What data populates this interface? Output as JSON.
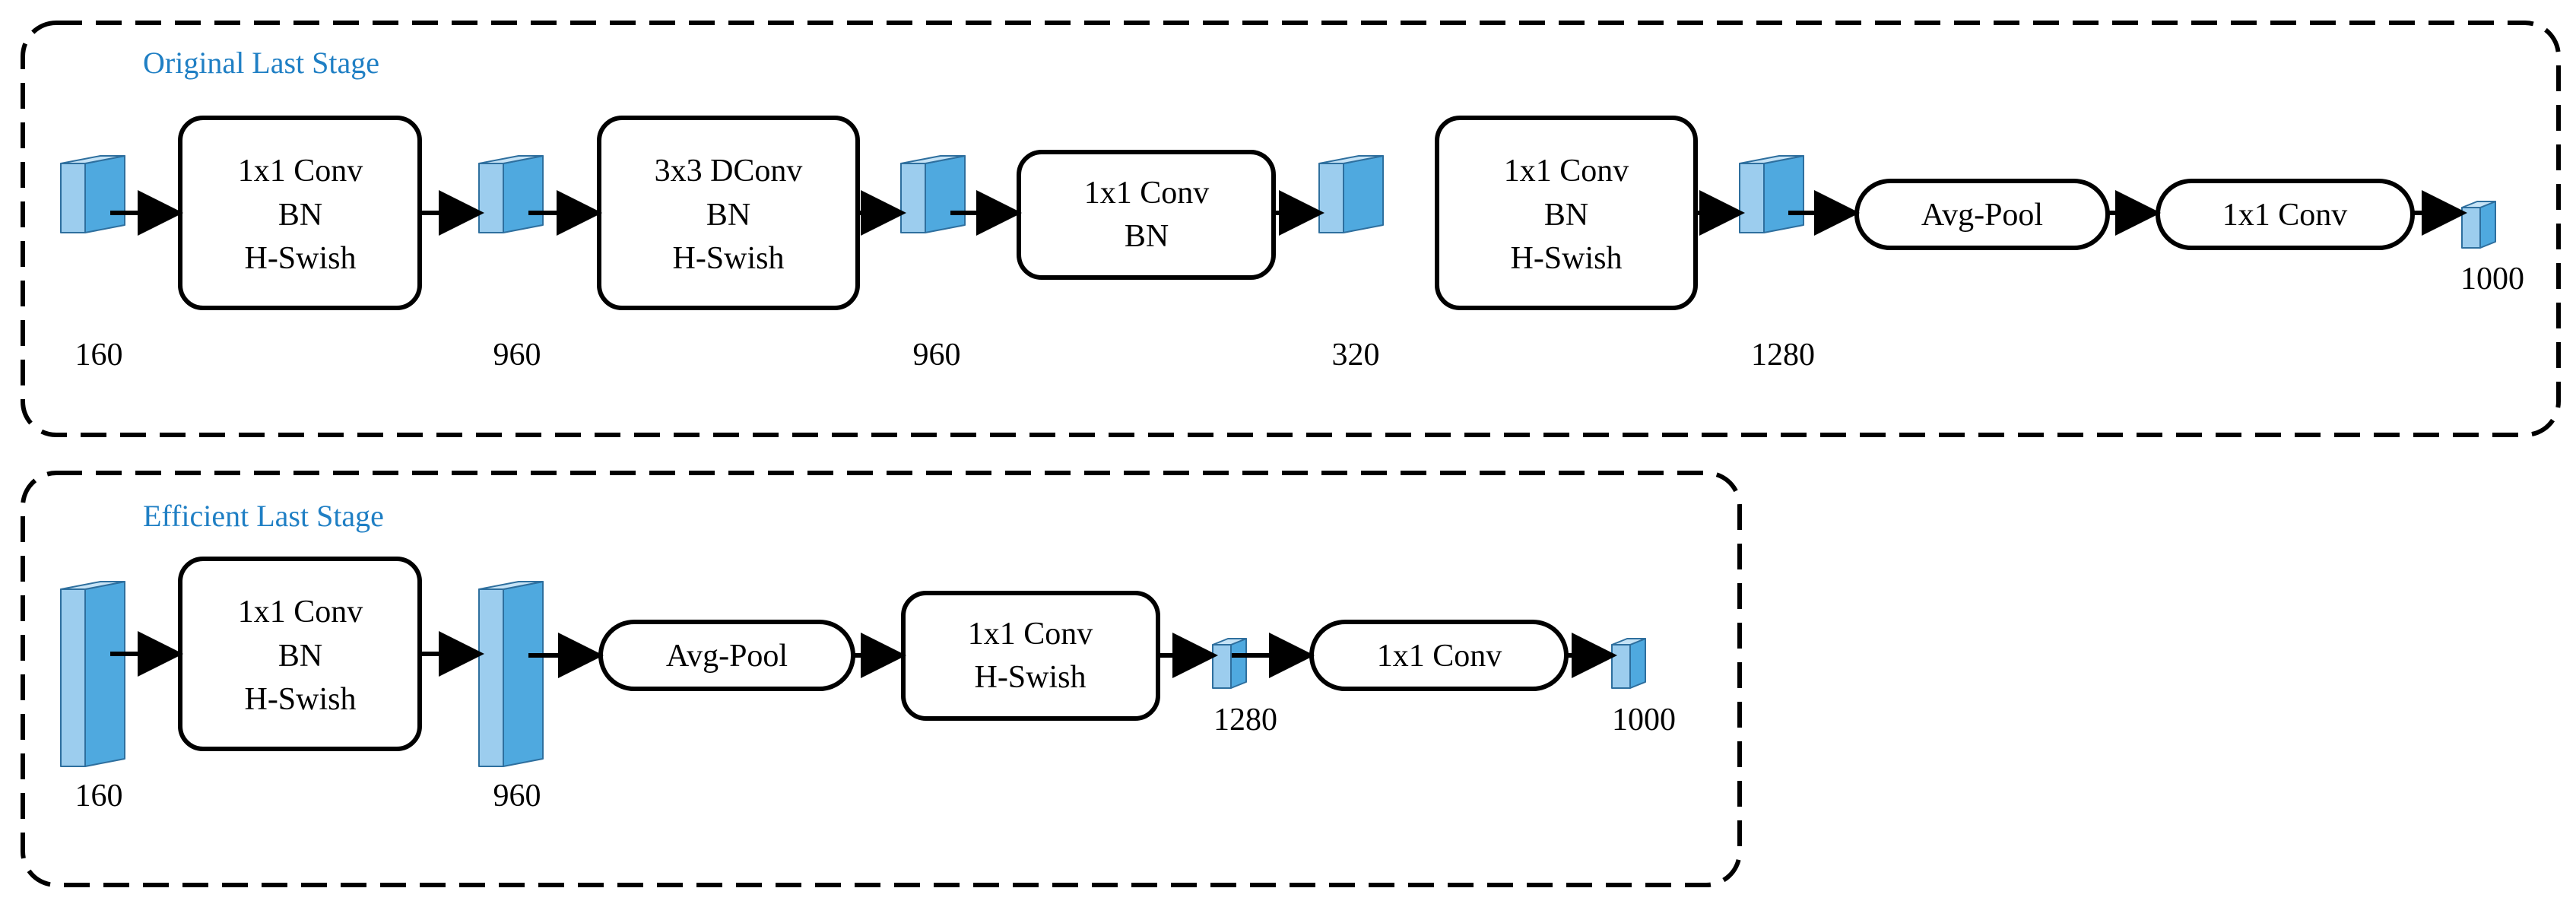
{
  "colors": {
    "accent": "#1f7fc4",
    "tensor_front": "#4fa9df",
    "tensor_side": "#9ccdee",
    "tensor_top": "#c6e3f6",
    "tensor_stroke": "#2e6f9e",
    "ink": "#000000"
  },
  "panels": [
    {
      "title": "Original Last Stage",
      "tensors": [
        "160",
        "960",
        "960",
        "320",
        "1280",
        "1000"
      ],
      "blocks": [
        {
          "lines": [
            "1x1 Conv",
            "BN",
            "H-Swish"
          ]
        },
        {
          "lines": [
            "3x3 DConv",
            "BN",
            "H-Swish"
          ]
        },
        {
          "lines": [
            "1x1 Conv",
            "BN"
          ]
        },
        {
          "lines": [
            "1x1 Conv",
            "BN",
            "H-Swish"
          ]
        },
        {
          "lines": [
            "Avg-Pool"
          ]
        },
        {
          "lines": [
            "1x1 Conv"
          ]
        }
      ]
    },
    {
      "title": "Efficient Last Stage",
      "tensors": [
        "160",
        "960",
        "1280",
        "1000"
      ],
      "blocks": [
        {
          "lines": [
            "1x1 Conv",
            "BN",
            "H-Swish"
          ]
        },
        {
          "lines": [
            "Avg-Pool"
          ]
        },
        {
          "lines": [
            "1x1 Conv",
            "H-Swish"
          ]
        },
        {
          "lines": [
            "1x1 Conv"
          ]
        }
      ]
    }
  ]
}
